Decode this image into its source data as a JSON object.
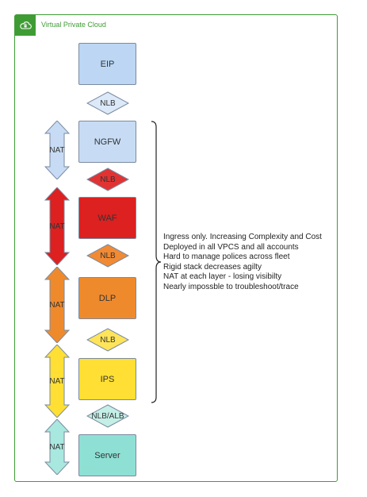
{
  "vpc": {
    "title": "Virtual Private Cloud",
    "icon": "cloud-lock-icon",
    "border_color": "#3f9c35"
  },
  "stack": [
    {
      "kind": "box",
      "label": "EIP",
      "fill": "#bcd6f4"
    },
    {
      "kind": "lb",
      "label": "NLB",
      "fill": "#dbe9f8"
    },
    {
      "kind": "box",
      "label": "NGFW",
      "fill": "#c7dcf4"
    },
    {
      "kind": "lb",
      "label": "NLB",
      "fill": "#e23333"
    },
    {
      "kind": "box",
      "label": "WAF",
      "fill": "#dd2020"
    },
    {
      "kind": "lb",
      "label": "NLB",
      "fill": "#f28a33"
    },
    {
      "kind": "box",
      "label": "DLP",
      "fill": "#ef8a2c"
    },
    {
      "kind": "lb",
      "label": "NLB",
      "fill": "#ffe45a"
    },
    {
      "kind": "box",
      "label": "IPS",
      "fill": "#ffdf33"
    },
    {
      "kind": "lb",
      "label": "NLB/ALB",
      "fill": "#c4efe6"
    },
    {
      "kind": "box",
      "label": "Server",
      "fill": "#8ee0d4"
    }
  ],
  "nat_arrows": [
    {
      "label": "NAT",
      "fill": "#c7dcf4"
    },
    {
      "label": "NAT",
      "fill": "#dd2020"
    },
    {
      "label": "NAT",
      "fill": "#ef8a2c"
    },
    {
      "label": "NAT",
      "fill": "#ffdf33"
    },
    {
      "label": "NAT",
      "fill": "#a8e8de"
    }
  ],
  "notes": [
    "Ingress only. Increasing Complexity and Cost",
    "Deployed in all VPCS and all accounts",
    "Hard to manage polices across fleet",
    "Rigid stack decreases agilty",
    "NAT at each layer - losing visibilty",
    "Nearly impossble to troubleshoot/trace"
  ]
}
